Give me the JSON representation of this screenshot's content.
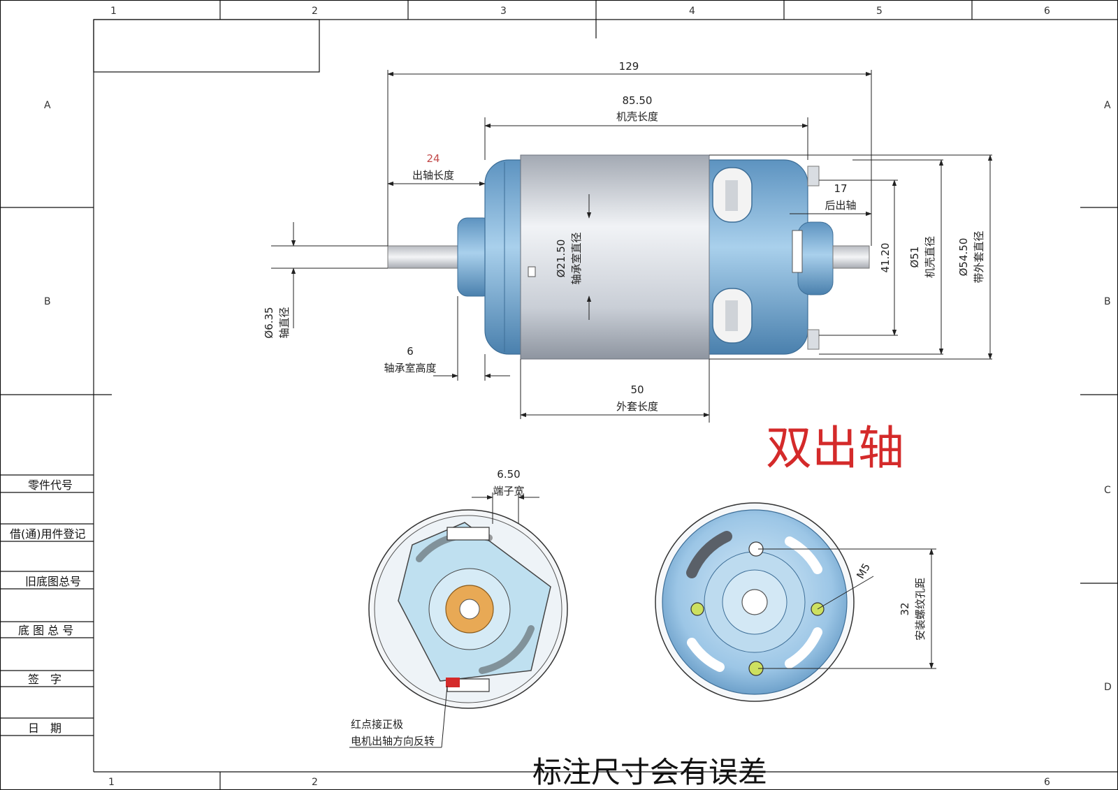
{
  "colors": {
    "motor_body": "#7fb2d8",
    "motor_body_dark": "#4d86b5",
    "sleeve": "#c9ced6",
    "shaft": "#e4e6ea",
    "title_red": "#d42a2a",
    "bushing": "#e0a050"
  },
  "grid": {
    "columns": [
      "1",
      "2",
      "3",
      "4",
      "5",
      "6"
    ],
    "rows": [
      "A",
      "B",
      "C",
      "D"
    ]
  },
  "side_table": {
    "rows": [
      "零件代号",
      "借(通)用件登记",
      "旧底图总号",
      "底 图 总 号",
      "签　字",
      "日　期"
    ]
  },
  "dimensions": {
    "total_length": "129",
    "housing_length_value": "85.50",
    "housing_length_label": "机壳长度",
    "shaft_out_value": "24",
    "shaft_out_label": "出轴长度",
    "rear_shaft_value": "17",
    "rear_shaft_label": "后出轴",
    "bearing_dia_value": "Ø21.50",
    "bearing_dia_label": "轴承室直径",
    "shaft_dia_value": "Ø6.35",
    "shaft_dia_label": "轴直径",
    "bearing_height_value": "6",
    "bearing_height_label": "轴承室高度",
    "sleeve_length_value": "50",
    "sleeve_length_label": "外套长度",
    "terminal_span_value": "41.20",
    "housing_dia_value": "Ø51",
    "housing_dia_label": "机壳直径",
    "outer_dia_value": "Ø54.50",
    "outer_dia_label": "带外套直径",
    "terminal_width_value": "6.50",
    "terminal_width_label": "端子宽",
    "thread_label": "M5",
    "hole_spacing_value": "32",
    "hole_spacing_label": "安装螺纹孔距"
  },
  "title": "双出轴",
  "note_line1": "红点接正极",
  "note_line2": "电机出轴方向反转",
  "bottom_note": "标注尺寸会有误差"
}
